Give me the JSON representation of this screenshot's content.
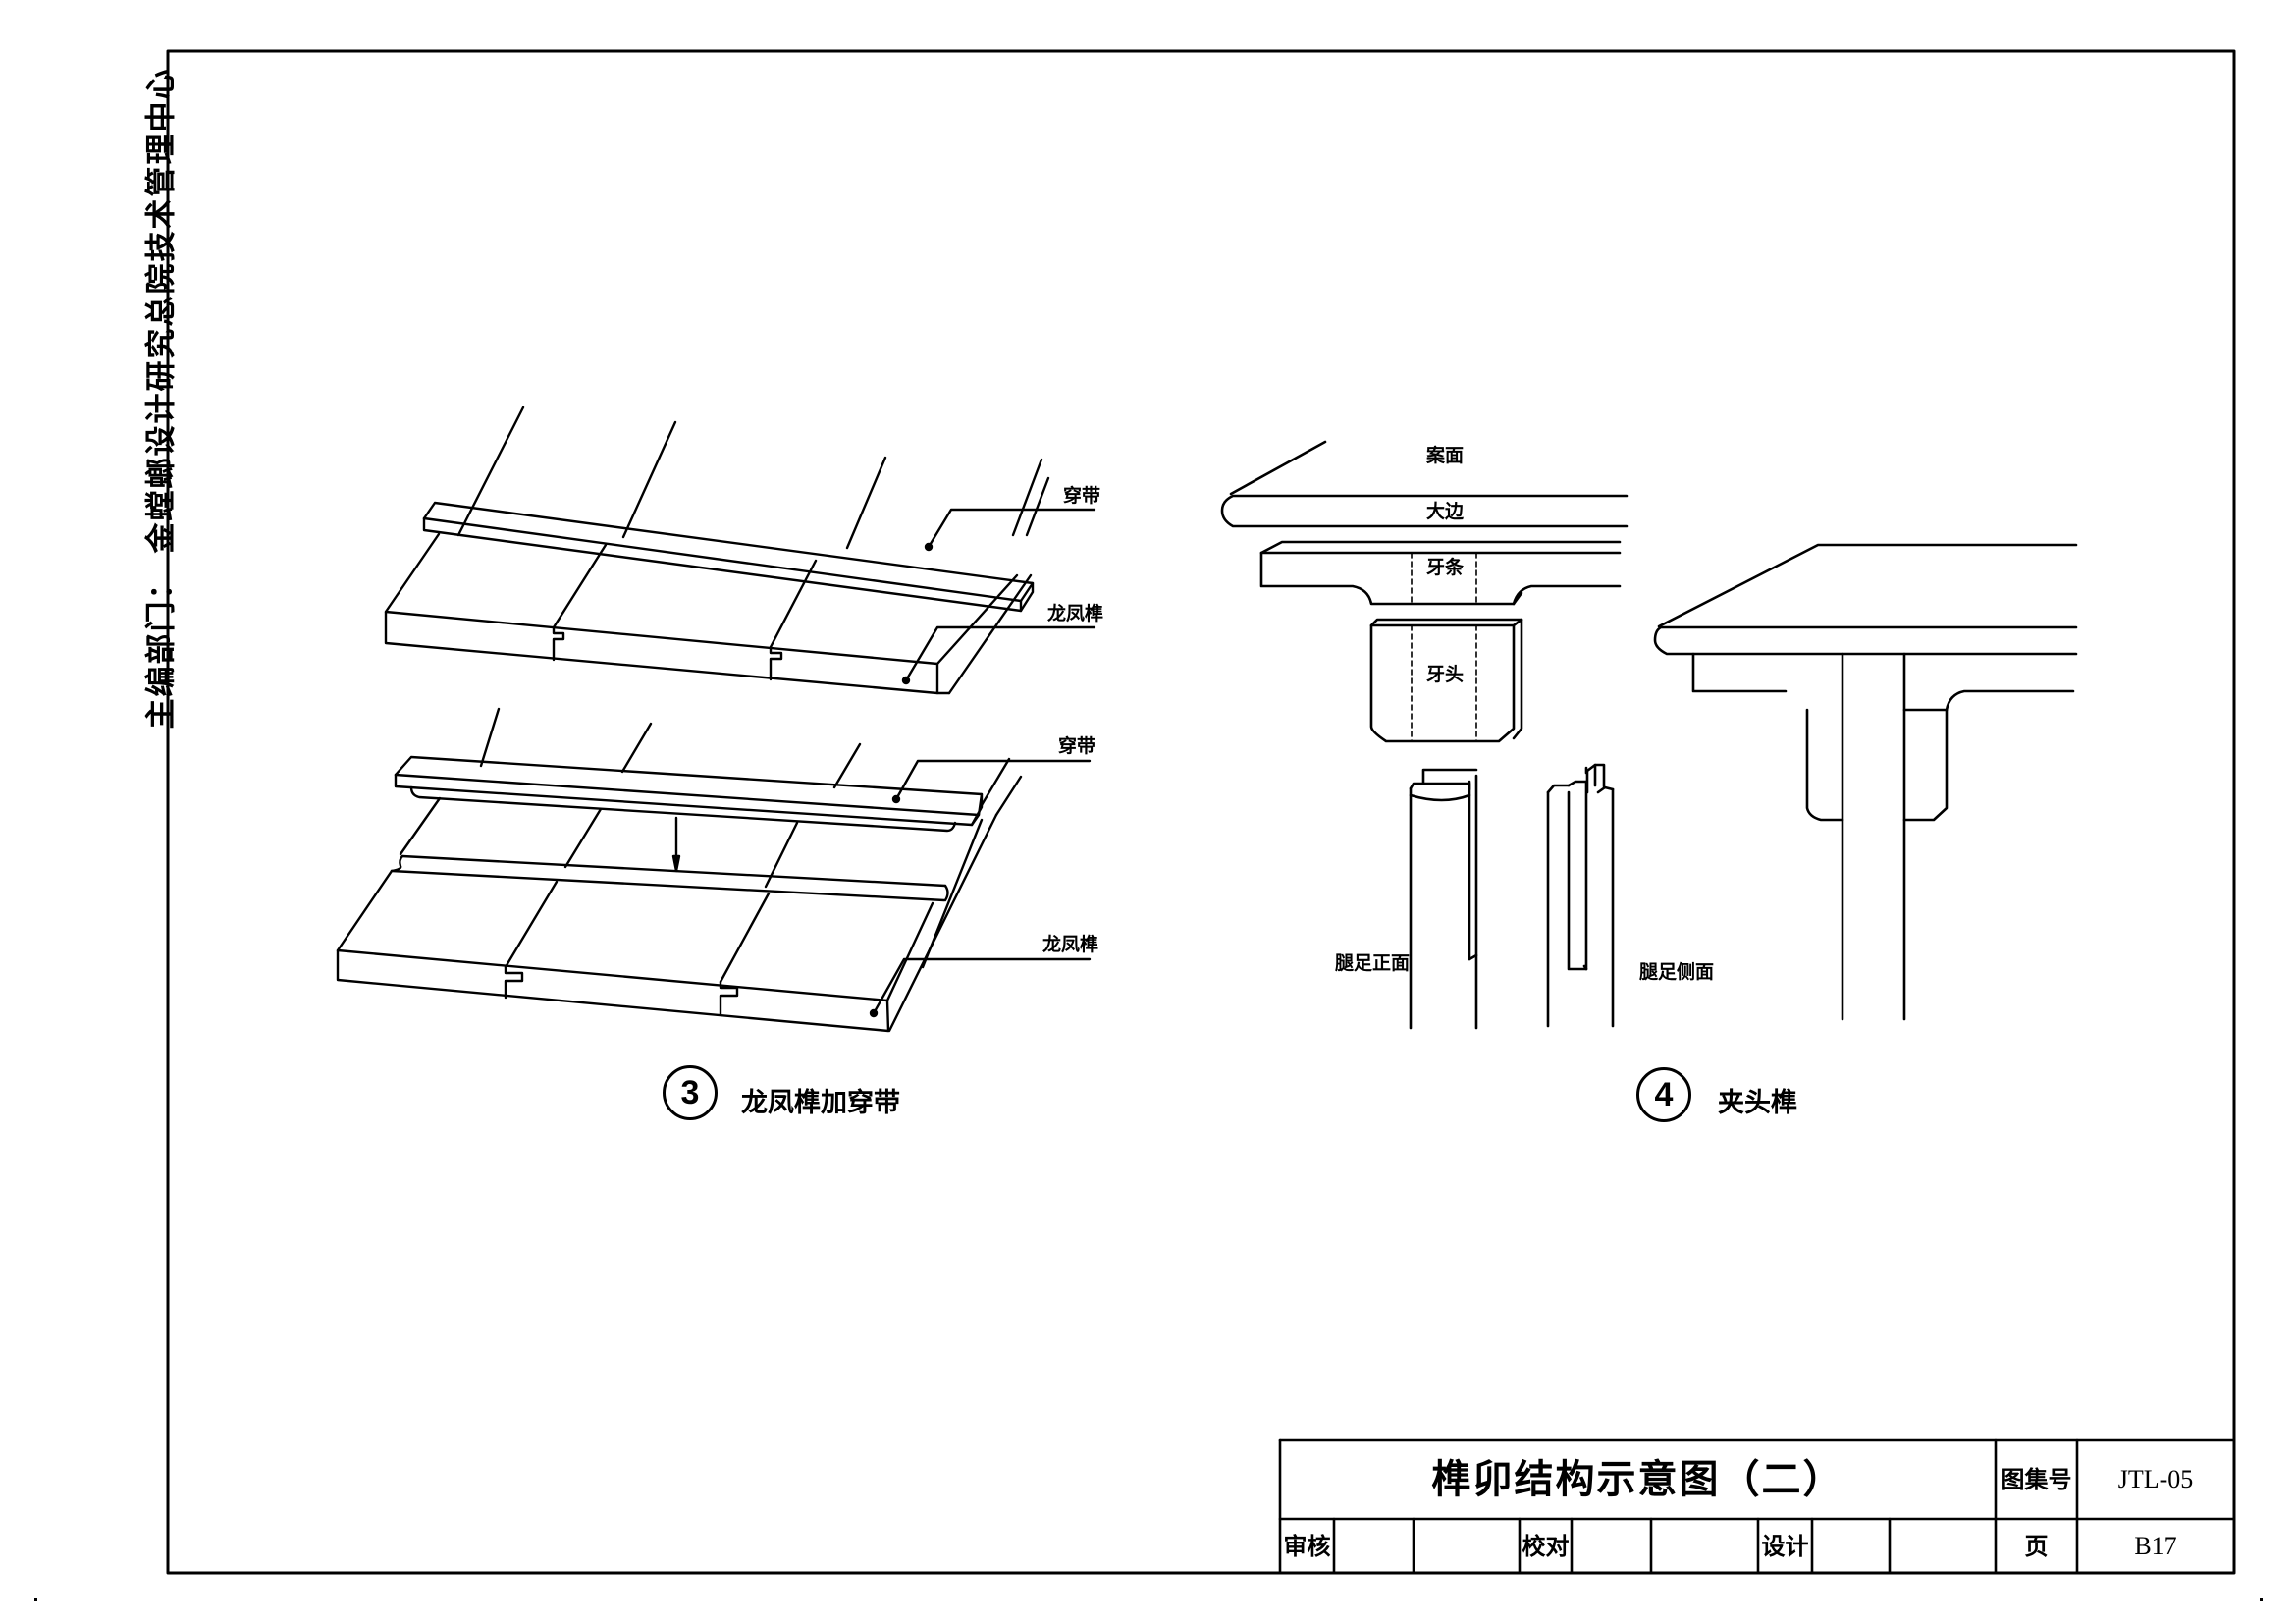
{
  "sidebar": {
    "editor_label": "主编部门：",
    "editor_org": "金螳螂设计研究总院技术管理中心"
  },
  "figure3": {
    "number": "3",
    "caption": "龙凤榫加穿带",
    "upper": {
      "batten_label": "穿带",
      "joint_label": "龙凤榫"
    },
    "lower": {
      "batten_label": "穿带",
      "joint_label": "龙凤榫"
    }
  },
  "figure4": {
    "number": "4",
    "caption": "夹头榫",
    "labels": {
      "table_top": "案面",
      "big_edge": "大边",
      "apron": "牙条",
      "spandrel": "牙头",
      "leg_front": "腿足正面",
      "leg_side": "腿足侧面"
    }
  },
  "title_block": {
    "title": "榫卯结构示意图（二）",
    "atlas_no_label": "图集号",
    "atlas_no": "JTL-05",
    "review_label": "审核",
    "proofread_label": "校对",
    "design_label": "设计",
    "page_label": "页",
    "page_no": "B17"
  },
  "colors": {
    "ink": "#000000",
    "paper": "#ffffff"
  }
}
